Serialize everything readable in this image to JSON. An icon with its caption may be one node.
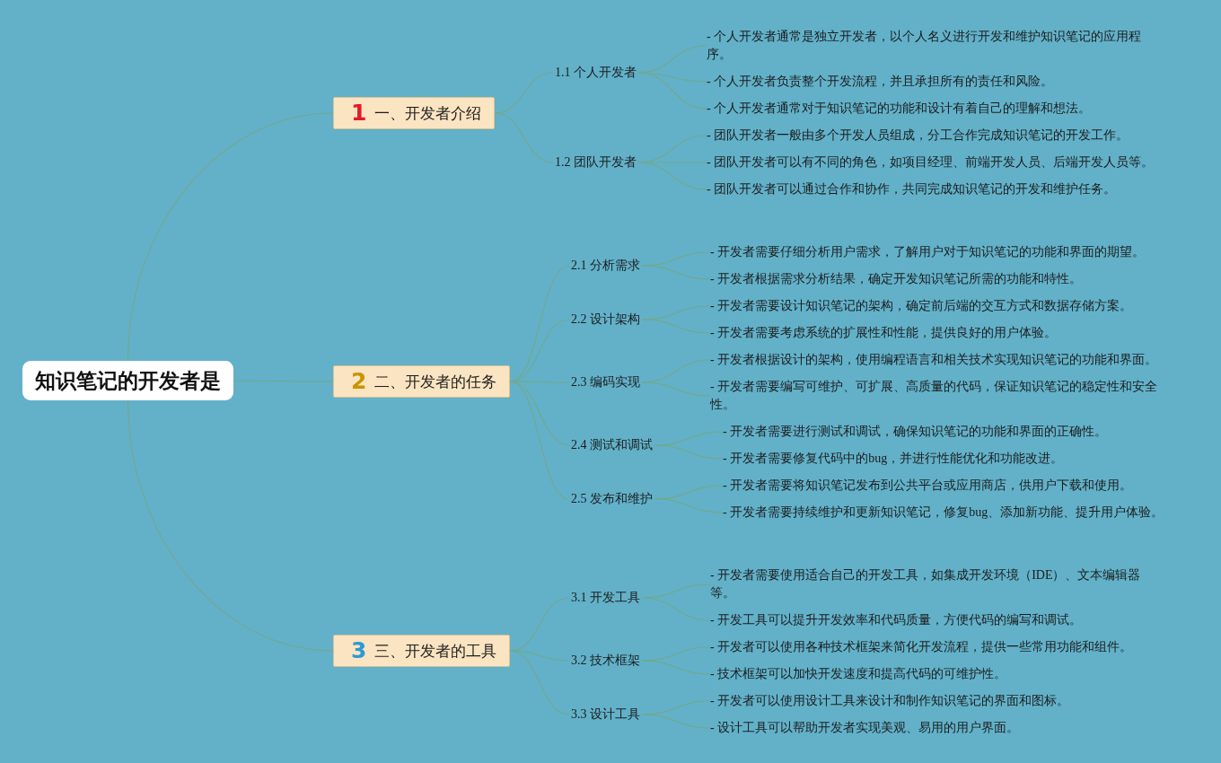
{
  "diagram": {
    "nodes": [
      {
        "text": [
          "知识笔记的开发者是"
        ]
      },
      {
        "text": [
          "1",
          "一、开发者介绍"
        ]
      },
      {
        "text": [
          "1.1 个人开发者"
        ]
      },
      {
        "text": [
          "- 个人开发者通常是独立开发者，以个人名义进行开发和维护知识笔记的应用程序。"
        ]
      },
      {
        "text": [
          "- 个人开发者负责整个开发流程，并且承担所有的责任和风险。"
        ]
      },
      {
        "text": [
          "- 个人开发者通常对于知识笔记的功能和设计有着自己的理解和想法。"
        ]
      },
      {
        "text": [
          "1.2 团队开发者"
        ]
      },
      {
        "text": [
          "- 团队开发者一般由多个开发人员组成，分工合作完成知识笔记的开发工作。"
        ]
      },
      {
        "text": [
          "- 团队开发者可以有不同的角色，如项目经理、前端开发人员、后端开发人员等。"
        ]
      },
      {
        "text": [
          "- 团队开发者可以通过合作和协作，共同完成知识笔记的开发和维护任务。"
        ]
      },
      {
        "text": [
          "2",
          "二、开发者的任务"
        ]
      },
      {
        "text": [
          "2.1 分析需求"
        ]
      },
      {
        "text": [
          "- 开发者需要仔细分析用户需求，了解用户对于知识笔记的功能和界面的期望。"
        ]
      },
      {
        "text": [
          "- 开发者根据需求分析结果，确定开发知识笔记所需的功能和特性。"
        ]
      },
      {
        "text": [
          "2.2 设计架构"
        ]
      },
      {
        "text": [
          "- 开发者需要设计知识笔记的架构，确定前后端的交互方式和数据存储方案。"
        ]
      },
      {
        "text": [
          "- 开发者需要考虑系统的扩展性和性能，提供良好的用户体验。"
        ]
      },
      {
        "text": [
          "2.3 编码实现"
        ]
      },
      {
        "text": [
          "- 开发者根据设计的架构，使用编程语言和相关技术实现知识笔记的功能和界面。"
        ]
      },
      {
        "text": [
          "- 开发者需要编写可维护、可扩展、高质量的代码，保证知识笔记的稳定性和安全性。"
        ]
      },
      {
        "text": [
          "2.4 测试和调试"
        ]
      },
      {
        "text": [
          "- 开发者需要进行测试和调试，确保知识笔记的功能和界面的正确性。"
        ]
      },
      {
        "text": [
          "- 开发者需要修复代码中的bug，并进行性能优化和功能改进。"
        ]
      },
      {
        "text": [
          "2.5 发布和维护"
        ]
      },
      {
        "text": [
          "- 开发者需要将知识笔记发布到公共平台或应用商店，供用户下载和使用。"
        ]
      },
      {
        "text": [
          "- 开发者需要持续维护和更新知识笔记，修复bug、添加新功能、提升用户体验。"
        ]
      },
      {
        "text": [
          "3",
          "三、开发者的工具"
        ]
      },
      {
        "text": [
          "3.1 开发工具"
        ]
      },
      {
        "text": [
          "- 开发者需要使用适合自己的开发工具，如集成开发环境（IDE）、文本编辑器等。"
        ]
      },
      {
        "text": [
          "- 开发工具可以提升开发效率和代码质量，方便代码的编写和调试。"
        ]
      },
      {
        "text": [
          "3.2 技术框架"
        ]
      },
      {
        "text": [
          "- 开发者可以使用各种技术框架来简化开发流程，提供一些常用功能和组件。"
        ]
      },
      {
        "text": [
          "- 技术框架可以加快开发速度和提高代码的可维护性。"
        ]
      },
      {
        "text": [
          "3.3 设计工具"
        ]
      },
      {
        "text": [
          "- 开发者可以使用设计工具来设计和制作知识笔记的界面和图标。"
        ]
      },
      {
        "text": [
          "- 设计工具可以帮助开发者实现美观、易用的用户界面。"
        ]
      }
    ],
    "edges": [
      {
        "from": 0,
        "to": 1,
        "arrow": "none"
      },
      {
        "from": 0,
        "to": 10,
        "arrow": "none"
      },
      {
        "from": 0,
        "to": 26,
        "arrow": "none"
      },
      {
        "from": 1,
        "to": 2,
        "arrow": "none"
      },
      {
        "from": 1,
        "to": 6,
        "arrow": "none"
      },
      {
        "from": 2,
        "to": 3,
        "arrow": "none"
      },
      {
        "from": 2,
        "to": 4,
        "arrow": "none"
      },
      {
        "from": 2,
        "to": 5,
        "arrow": "none"
      },
      {
        "from": 6,
        "to": 7,
        "arrow": "none"
      },
      {
        "from": 6,
        "to": 8,
        "arrow": "none"
      },
      {
        "from": 6,
        "to": 9,
        "arrow": "none"
      },
      {
        "from": 10,
        "to": 11,
        "arrow": "none"
      },
      {
        "from": 10,
        "to": 14,
        "arrow": "none"
      },
      {
        "from": 10,
        "to": 17,
        "arrow": "none"
      },
      {
        "from": 10,
        "to": 20,
        "arrow": "none"
      },
      {
        "from": 10,
        "to": 23,
        "arrow": "none"
      },
      {
        "from": 11,
        "to": 12,
        "arrow": "none"
      },
      {
        "from": 11,
        "to": 13,
        "arrow": "none"
      },
      {
        "from": 14,
        "to": 15,
        "arrow": "none"
      },
      {
        "from": 14,
        "to": 16,
        "arrow": "none"
      },
      {
        "from": 17,
        "to": 18,
        "arrow": "none"
      },
      {
        "from": 17,
        "to": 19,
        "arrow": "none"
      },
      {
        "from": 20,
        "to": 21,
        "arrow": "none"
      },
      {
        "from": 20,
        "to": 22,
        "arrow": "none"
      },
      {
        "from": 23,
        "to": 24,
        "arrow": "none"
      },
      {
        "from": 23,
        "to": 25,
        "arrow": "none"
      },
      {
        "from": 26,
        "to": 27,
        "arrow": "none"
      },
      {
        "from": 26,
        "to": 30,
        "arrow": "none"
      },
      {
        "from": 26,
        "to": 33,
        "arrow": "none"
      },
      {
        "from": 27,
        "to": 28,
        "arrow": "none"
      },
      {
        "from": 27,
        "to": 29,
        "arrow": "none"
      },
      {
        "from": 30,
        "to": 31,
        "arrow": "none"
      },
      {
        "from": 30,
        "to": 32,
        "arrow": "none"
      },
      {
        "from": 33,
        "to": 34,
        "arrow": "none"
      },
      {
        "from": 33,
        "to": 35,
        "arrow": "none"
      }
    ]
  }
}
